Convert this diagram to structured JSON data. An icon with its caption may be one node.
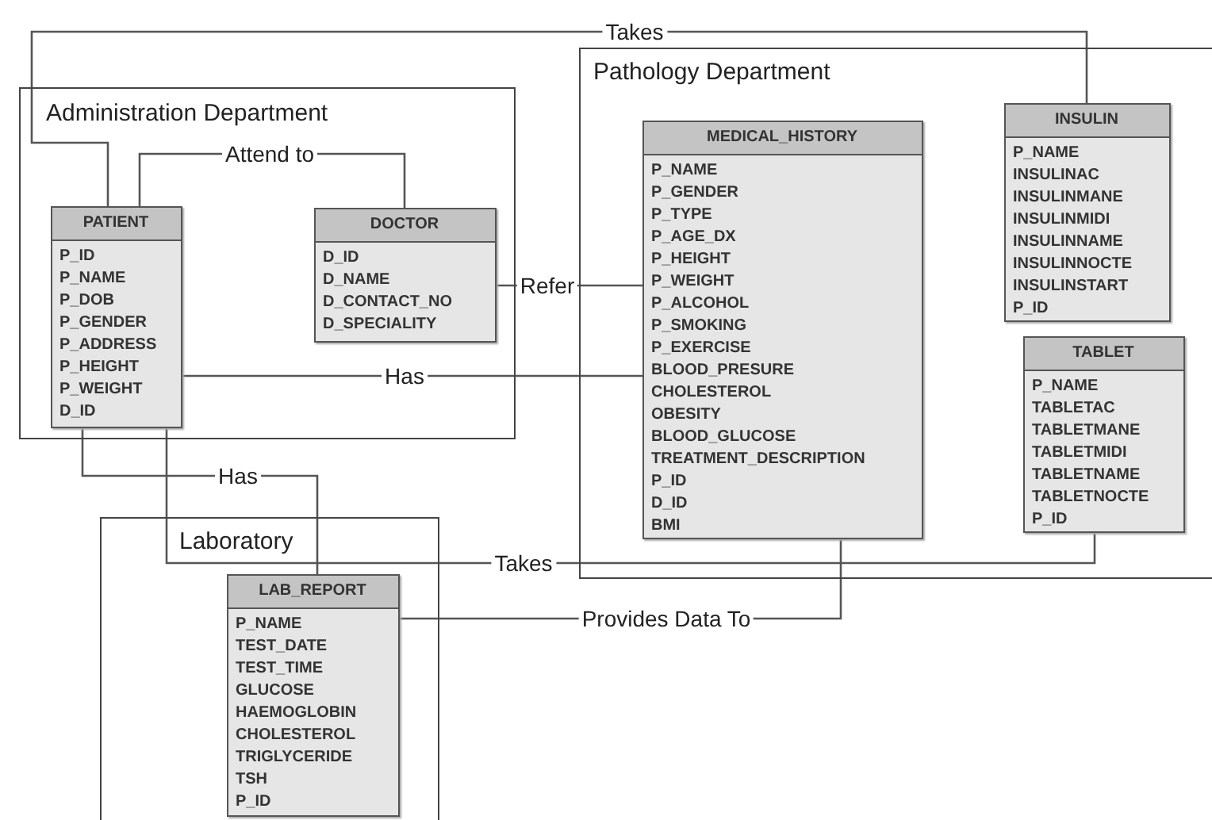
{
  "diagram": {
    "nodes": [
      {
        "text": [
          "Administration Department"
        ]
      },
      {
        "text": [
          "PATIENT",
          "P_ID",
          "P_NAME",
          "P_DOB",
          "P_GENDER",
          "P_ADDRESS",
          "P_HEIGHT",
          "P_WEIGHT",
          "D_ID"
        ],
        "in": 0
      },
      {
        "text": [
          "DOCTOR",
          "D_ID",
          "D_NAME",
          "D_CONTACT_NO",
          "D_SPECIALITY"
        ],
        "in": 0
      },
      {
        "text": [
          "Pathology Department"
        ]
      },
      {
        "text": [
          "MEDICAL_HISTORY",
          "P_NAME",
          "P_GENDER",
          "P_TYPE",
          "P_AGE_DX",
          "P_HEIGHT",
          "P_WEIGHT",
          "P_ALCOHOL",
          "P_SMOKING",
          "P_EXERCISE",
          "BLOOD_PRESURE",
          "CHOLESTEROL",
          "OBESITY",
          "BLOOD_GLUCOSE",
          "TREATMENT_DESCRIPTION",
          "P_ID",
          "D_ID",
          "BMI"
        ],
        "in": 3
      },
      {
        "text": [
          "INSULIN",
          "P_NAME",
          "INSULINAC",
          "INSULINMANE",
          "INSULINMIDI",
          "INSULINNAME",
          "INSULINNOCTE",
          "INSULINSTART",
          "P_ID"
        ],
        "in": 3
      },
      {
        "text": [
          "TABLET",
          "P_NAME",
          "TABLETAC",
          "TABLETMANE",
          "TABLETMIDI",
          "TABLETNAME",
          "TABLETNOCTE",
          "P_ID"
        ],
        "in": 3
      },
      {
        "text": [
          "Laboratory"
        ]
      },
      {
        "text": [
          "LAB_REPORT",
          "P_NAME",
          "TEST_DATE",
          "TEST_TIME",
          "GLUCOSE",
          "HAEMOGLOBIN",
          "CHOLESTEROL",
          "TRIGLYCERIDE",
          "TSH",
          "P_ID"
        ],
        "in": 7
      }
    ],
    "edges": [
      {
        "from": 1,
        "to": 5,
        "arrow": "none",
        "label": "Takes"
      },
      {
        "from": 1,
        "to": 2,
        "arrow": "none",
        "label": "Attend to"
      },
      {
        "from": 2,
        "to": 4,
        "arrow": "none",
        "label": "Refer"
      },
      {
        "from": 1,
        "to": 4,
        "arrow": "none",
        "label": "Has"
      },
      {
        "from": 1,
        "to": 8,
        "arrow": "none",
        "label": "Has"
      },
      {
        "from": 1,
        "to": 6,
        "arrow": "none",
        "label": "Takes"
      },
      {
        "from": 8,
        "to": 4,
        "arrow": "none",
        "label": "Provides Data To"
      }
    ]
  }
}
